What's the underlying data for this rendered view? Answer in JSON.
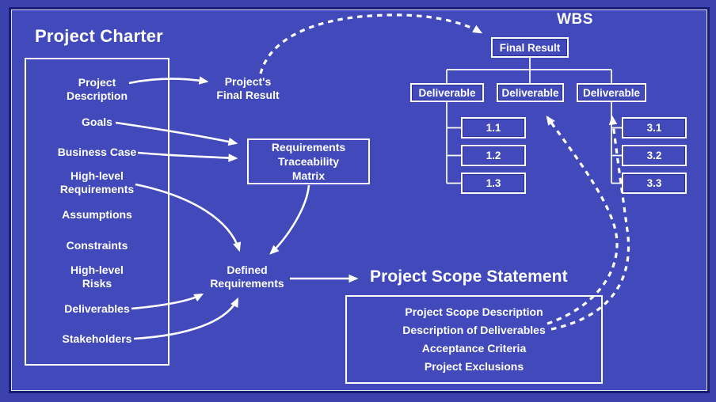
{
  "colors": {
    "bg_outer": "#3B42AE",
    "bg_canvas": "#4149BB",
    "frame_navy": "#181C74",
    "line_white": "#FFFFFF"
  },
  "charter": {
    "title": "Project Charter",
    "items": [
      "Project\nDescription",
      "Goals",
      "Business Case",
      "High-level\nRequirements",
      "Assumptions",
      "Constraints",
      "High-level\nRisks",
      "Deliverables",
      "Stakeholders"
    ]
  },
  "middle": {
    "projects_final_result": "Project's\nFinal Result",
    "rtm": "Requirements\nTraceability\nMatrix",
    "defined_requirements": "Defined\nRequirements"
  },
  "wbs": {
    "title": "WBS",
    "root": "Final Result",
    "deliverables": [
      "Deliverable",
      "Deliverable",
      "Deliverable"
    ],
    "branch1": [
      "1.1",
      "1.2",
      "1.3"
    ],
    "branch3": [
      "3.1",
      "3.2",
      "3.3"
    ]
  },
  "scope": {
    "title": "Project Scope Statement",
    "items": [
      "Project Scope Description",
      "Description of Deliverables",
      "Acceptance Criteria",
      "Project Exclusions"
    ]
  }
}
